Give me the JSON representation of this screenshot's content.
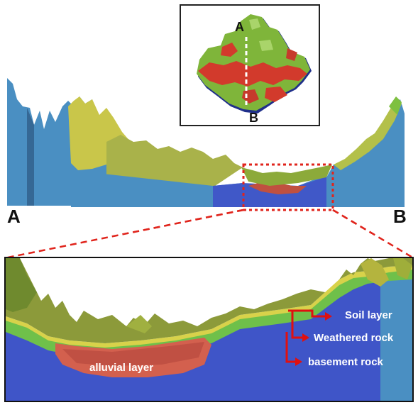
{
  "inset_map": {
    "label_a": "A",
    "label_b": "B"
  },
  "profile": {
    "label_a": "A",
    "label_b": "B"
  },
  "detail": {
    "alluvial_label": "alluvial layer",
    "legend": [
      {
        "label": "Soil layer"
      },
      {
        "label": "Weathered rock"
      },
      {
        "label": "basement rock"
      }
    ]
  },
  "colors": {
    "basement_blue": "#3f55c8",
    "steel_blue": "#4a8fc2",
    "soil_yellow": "#c9c64a",
    "weathered_green": "#6fc04a",
    "alluvial_red": "#d3604e",
    "highlight_red": "#e0241c",
    "arrow_red": "#e01010"
  }
}
